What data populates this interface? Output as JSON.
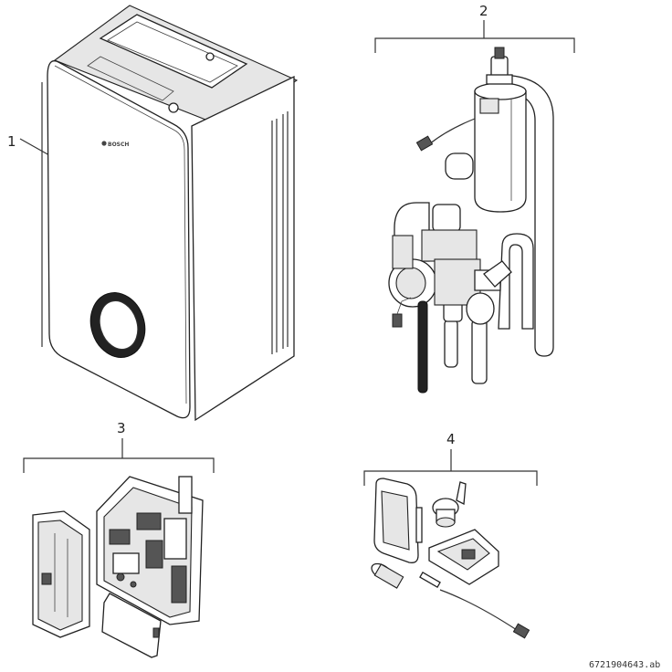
{
  "callouts": [
    {
      "label": "1"
    },
    {
      "label": "2"
    },
    {
      "label": "3"
    },
    {
      "label": "4"
    }
  ],
  "appliance": {
    "brand": "BOSCH"
  },
  "reference_code": "6721904643.ab"
}
